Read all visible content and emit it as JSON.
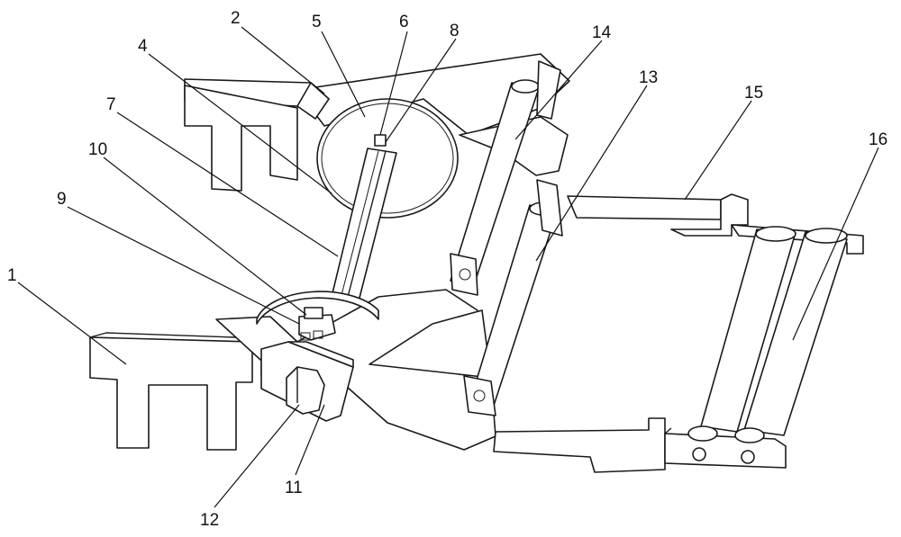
{
  "figure": {
    "labels": [
      {
        "id": "label-1",
        "text": "1"
      },
      {
        "id": "label-2",
        "text": "2"
      },
      {
        "id": "label-4",
        "text": "4"
      },
      {
        "id": "label-5",
        "text": "5"
      },
      {
        "id": "label-6",
        "text": "6"
      },
      {
        "id": "label-7",
        "text": "7"
      },
      {
        "id": "label-8",
        "text": "8"
      },
      {
        "id": "label-9",
        "text": "9"
      },
      {
        "id": "label-10",
        "text": "10"
      },
      {
        "id": "label-11",
        "text": "11"
      },
      {
        "id": "label-12",
        "text": "12"
      },
      {
        "id": "label-13",
        "text": "13"
      },
      {
        "id": "label-14",
        "text": "14"
      },
      {
        "id": "label-15",
        "text": "15"
      },
      {
        "id": "label-16",
        "text": "16"
      }
    ],
    "stroke_color": "#1a1a1a",
    "background_color": "#ffffff"
  }
}
